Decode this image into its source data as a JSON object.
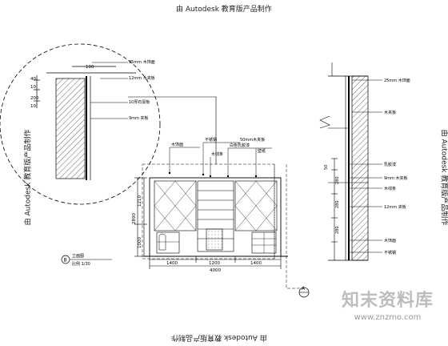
{
  "watermark": "由 Autodesk 教育版产品制作",
  "logo": {
    "text": "知末资料库",
    "url": "www.znzmo.com"
  },
  "detail": {
    "dims": [
      "100",
      "40",
      "10",
      "200",
      "10"
    ],
    "notes": [
      "25mm 木饰面",
      "12mm 木夹板",
      "10厚石膏板",
      "9mm 夹板"
    ]
  },
  "elevation": {
    "labels": [
      "木饰面",
      "不锈钢",
      "木线条",
      "白色乳胶漆",
      "壁纸",
      "50mm木夹板"
    ],
    "height_dims": [
      "1210",
      "2890",
      "1000"
    ],
    "width_dims": [
      "1400",
      "1200",
      "1400"
    ],
    "total_width": "4000",
    "title_marker": "B",
    "title_lines": [
      "立面图",
      "比例 1/30"
    ]
  },
  "section": {
    "dims": [
      "50",
      "280",
      "280",
      "280"
    ],
    "notes": [
      "25mm 木饰面",
      "木夹板",
      "乳胶漆",
      "9mm 木夹板",
      "木线条",
      "12mm 夹板",
      "木饰面",
      "不锈钢"
    ],
    "marker": "A"
  }
}
